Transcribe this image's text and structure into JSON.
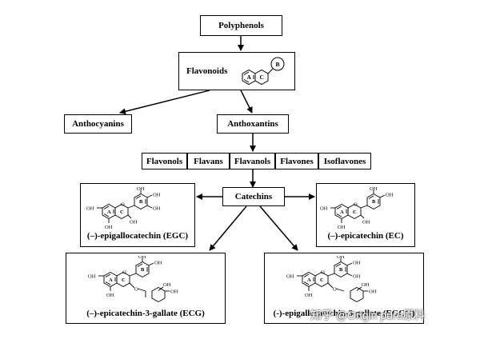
{
  "nodes": {
    "polyphenols": "Polyphenols",
    "flavonoids": "Flavonoids",
    "anthocyanins": "Anthocyanins",
    "anthoxantins": "Anthoxantins",
    "catechins": "Catechins"
  },
  "flavonoid_rings": [
    "A",
    "C",
    "B"
  ],
  "subclasses": [
    "Flavonols",
    "Flavans",
    "Flavanols",
    "Flavones",
    "Isoflavones"
  ],
  "compounds": {
    "egc": "(–)-epigallocatechin (EGC)",
    "ec": "(–)-epicatechin (EC)",
    "ecg": "(–)-epicatechin-3-gallate (ECG)",
    "egcg": "(-)-epigallocatechin-3-gallate (EGCG)"
  },
  "substituent_labels": {
    "oh": "OH",
    "o": "O"
  },
  "watermark": "知乎 @Origin pure原料"
}
